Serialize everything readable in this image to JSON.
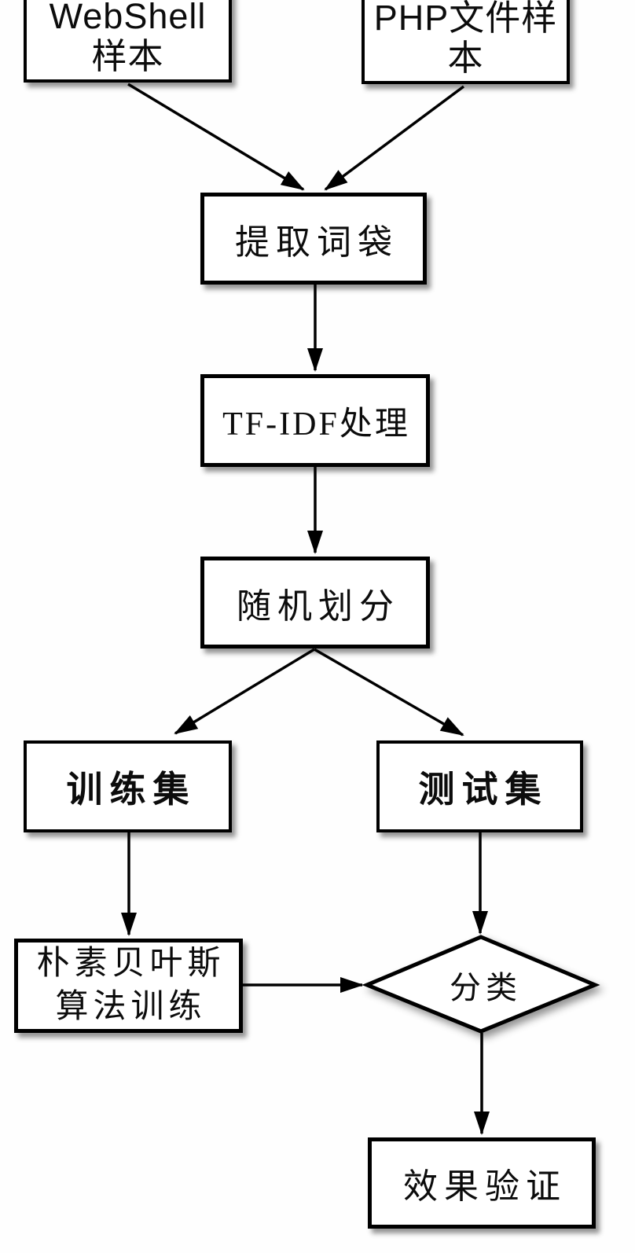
{
  "diagram": {
    "type": "flowchart",
    "title": "WebShell detection training flow",
    "colors": {
      "background": "#fefefe",
      "node_fill": "#ffffff",
      "node_border": "#000000",
      "edge_stroke": "#000000",
      "text": "#0c0c0c"
    },
    "nodes": {
      "webshell_samples": {
        "label": "WebShell\n样本",
        "shape": "rect"
      },
      "php_file_samples": {
        "label": "PHP文件样\n本",
        "shape": "rect"
      },
      "extract_bow": {
        "label": "提取词袋",
        "shape": "rect"
      },
      "tfidf_processing": {
        "label": "TF-IDF处理",
        "shape": "rect"
      },
      "random_split": {
        "label": "随机划分",
        "shape": "rect"
      },
      "training_set": {
        "label": "训练集",
        "shape": "rect"
      },
      "test_set": {
        "label": "测试集",
        "shape": "rect"
      },
      "naive_bayes_training": {
        "label": "朴素贝叶斯\n算法训练",
        "shape": "rect"
      },
      "classification": {
        "label": "分类",
        "shape": "diamond"
      },
      "effect_verification": {
        "label": "效果验证",
        "shape": "rect"
      }
    },
    "edges": [
      {
        "from": "webshell_samples",
        "to": "extract_bow"
      },
      {
        "from": "php_file_samples",
        "to": "extract_bow"
      },
      {
        "from": "extract_bow",
        "to": "tfidf_processing"
      },
      {
        "from": "tfidf_processing",
        "to": "random_split"
      },
      {
        "from": "random_split",
        "to": "training_set"
      },
      {
        "from": "random_split",
        "to": "test_set"
      },
      {
        "from": "training_set",
        "to": "naive_bayes_training"
      },
      {
        "from": "test_set",
        "to": "classification"
      },
      {
        "from": "naive_bayes_training",
        "to": "classification"
      },
      {
        "from": "classification",
        "to": "effect_verification"
      }
    ]
  }
}
